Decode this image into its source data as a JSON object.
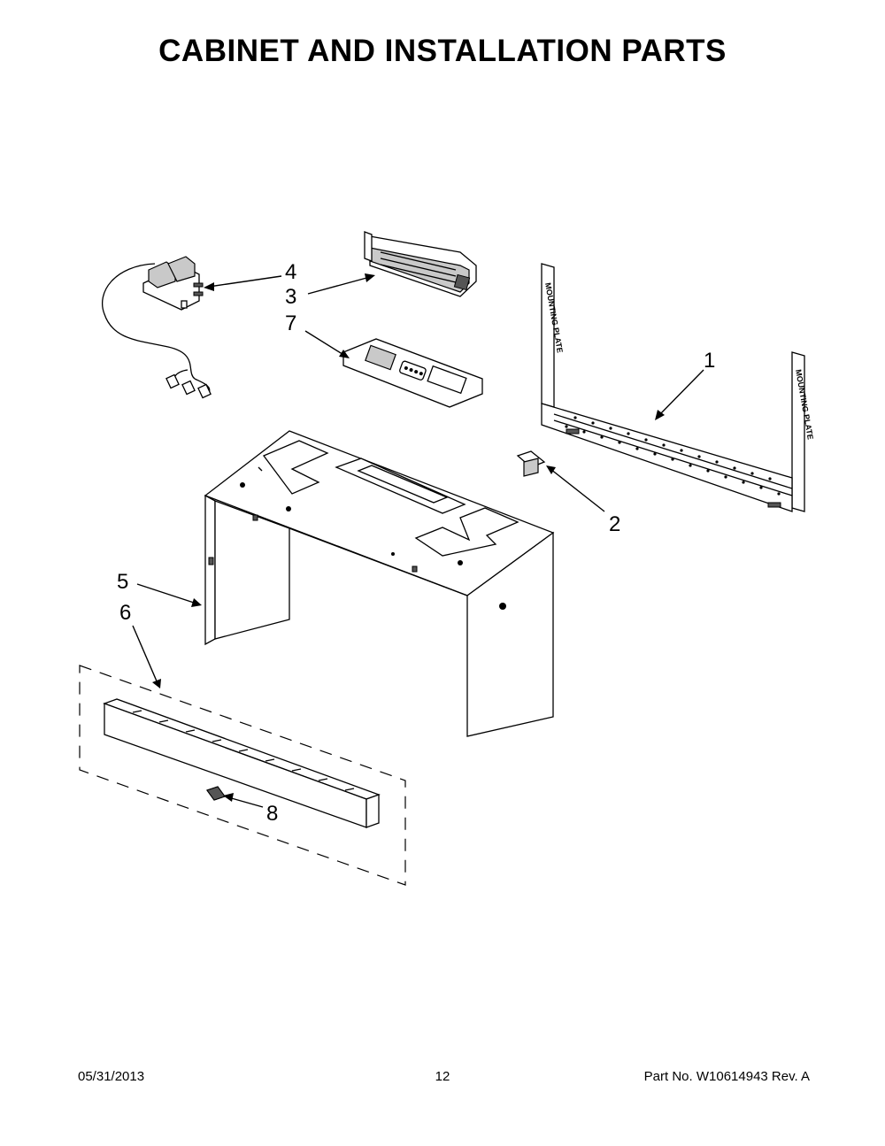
{
  "title": "CABINET AND INSTALLATION PARTS",
  "callouts": {
    "c1": "1",
    "c2": "2",
    "c3": "3",
    "c4": "4",
    "c5": "5",
    "c6": "6",
    "c7": "7",
    "c8": "8"
  },
  "plate_text_left": "MOUNTING PLATE",
  "plate_text_right": "MOUNTING PLATE",
  "footer": {
    "date": "05/31/2013",
    "page": "12",
    "part_no": "Part No.  W10614943  Rev.  A"
  }
}
